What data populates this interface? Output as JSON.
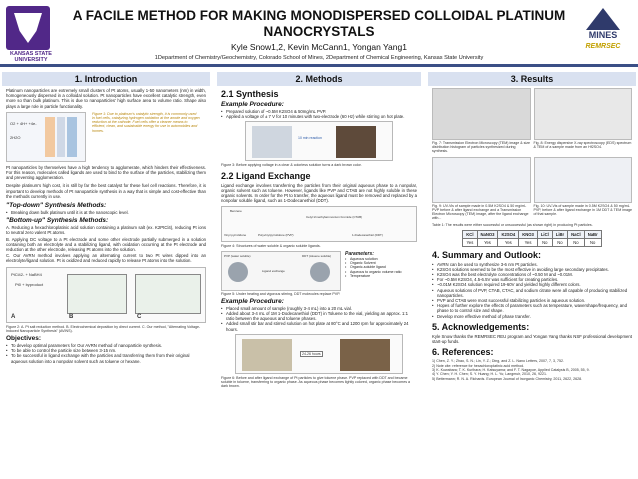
{
  "header": {
    "title": "A FACILE METHOD FOR MAKING MONODISPERSED COLLOIDAL PLATINUM NANOCRYSTALS",
    "authors": "Kyle Snow1,2, Kevin McCann1, Yongan Yang1",
    "affiliations": "1Department of Chemistry/Geochemistry, Colorado School of Mines, 2Department of Chemical Engineering, Kansas State University",
    "left_logo_text": "KANSAS STATE UNIVERSITY",
    "right_logo_text": "MINES",
    "right_logo_sub": "REMRSEC"
  },
  "sections": {
    "intro": {
      "heading": "1. Introduction",
      "p1": "Platinum nanoparticles are extremely small clusters of Pt atoms, usually 1-50 nanometers (nm) in width, homogeneously dispersed in a colloidal solution. Pt nanoparticles have excellent catalytic strength, even more so than bulk platinum. This is due to nanoparticles' high surface area to volume ratio. Shape also plays a large role in particle functionality.",
      "fig1_caption": "Figure 1: Due to platinum's catalytic strength, it is commonly used in fuel cells, catalyzing hydrogen oxidation at the anode and oxygen reduction at the cathode. Fuel cells offer a cleaner means to efficient, clean, and sustainable energy for use in automobiles and homes.",
      "fig1_eq1": "O2 + 4H+ +4e-",
      "fig1_eq2": "2H2O",
      "p2": "Pt nanoparticles by themselves have a high tendency to agglomerate, which hinders their effectiveness. For this reason, molecules called ligands are used to bind to the surface of the particles, stabilizing them and preventing agglomeration.",
      "p3": "Despite platinum's high cost, it is still by far the best catalyst for these fuel cell reactions. Therefore, it is important to develop methods of Pt nanoparticle synthesis in a way that is simple and cost-effective than the methods currently in use.",
      "topdown_head": "\"Top-down\" Synthesis Methods:",
      "topdown_item": "Breaking down bulk platinum until it is at the nanoscopic level.",
      "bottomup_head": "\"Bottom-up\" Synthesis Methods:",
      "bottomup_items": [
        "A. Reducing a hexachloroplatinic acid solution containing a platinum salt (ex. K2PtCl4), reducing Pt ions to neutral zero valent Pt atoms.",
        "B. Applying DC voltage to a Pt electrode and some other electrode partially submerged in a solution containing both an electrolyte and a stabilizing ligand, with oxidation occurring at the Pt electrode and reduction at the other electrode, releasing Pt atoms into the solution.",
        "C. Our AVRN method involves applying an alternating current to two Pt wires dipped into an electrolyte/ligand solution. Pt is oxidized and reduced rapidly to release Pt atoms into the solution."
      ],
      "fig2_eq1": "PtCl42- + NaBH4",
      "fig2_eq2": "Pt0 + byproduct",
      "fig2_labels": [
        "A",
        "B",
        "C"
      ],
      "fig2_caption": "Figure 2: A. Pt salt reduction method. B. Electrochemical deposition by direct current. C. Our method, \"Alternating Voltage-Induced Nanoparticle Synthesis\" (AVINS).",
      "objectives_head": "Objectives:",
      "objectives": [
        "To develop optimal parameters for Our AVRN method of nanoparticle synthesis.",
        "To be able to control the particle size between 3-15 nm.",
        "To be successful in ligand exchange with the particles and transferring them from their original aqueous solution into a nonpolar solvent such as toluene or hexane."
      ]
    },
    "methods": {
      "heading": "2. Methods",
      "synth_head": "2.1 Synthesis",
      "example_head": "Example Procedure:",
      "synth_items": [
        "Prepared solution of ~0.5M K2SO4 & 50mg/mL PVP.",
        "Applied a voltage of ± 7 V for 10 minutes with two-electrode (60 Hz) while stirring on hot plate."
      ],
      "fig3_caption": "Figure 3: Before applying voltage in a clear & colorless solution turns a dark brown color.",
      "fig3_time": "10 min reaction",
      "ligand_head": "2.2 Ligand Exchange",
      "ligand_p": "Ligand exchange involves transferring the particles from their original aqueous phase to a nonpolar, organic solvent such as toluene. However, ligands like PVP and CTAB are not highly soluble in these organic solvents. In order for the Pt to transfer, the aqueous ligand must be removed and replaced by a nonpolar soluble ligand, such as 1-Dodecanethiol (DDT).",
      "ligand_labels": [
        "Benzene",
        "Vinyl pyrrolidone",
        "Polyvinylpyrrolidone (PVP)",
        "Cetyl trimethylammonium bromide (CTAB)",
        "1-Dodecanethiol (DDT)"
      ],
      "fig4_caption": "Figure 4: Structures of water soluble & organic soluble ligands.",
      "fig5_labels": [
        "PVP (water soluble)",
        "Ligand exchange",
        "DDT (toluene soluble)"
      ],
      "params_head": "Parameters:",
      "params": [
        "Aqueous solution",
        "Organic Solvent",
        "Organic-soluble ligand",
        "Aqueous to organic volume ratio",
        "Temperature"
      ],
      "fig5_caption": "Figure 5: Under heating and vigorous stirring, DDT molecules replace PVP.",
      "example2_head": "Example Procedure:",
      "procedure_items": [
        "Placed small amount of sample (roughly 3-4 mL) into a 20 mL vial.",
        "Added about 3-4 mL of 1M 1-Dodecanethiol (DDT) in Toluene to the vial, yielding an approx. 1:1 ratio between the aqueous and toluene phases.",
        "Added small stir bar and stirred solution on hot plate at 80°C and 1200 rpm for approximately 24 hours."
      ],
      "fig6_time": "24-26 hours",
      "fig6_caption": "Figure 6: Before and after ligand exchange of Pt particles to give toluene phase. PVP replaced with DDT and became soluble in toluene, transferring to organic phase. As aqueous phase becomes lightly colored, organic phase becomes a dark brown."
    },
    "results": {
      "heading": "3. Results",
      "fig7_caption": "Fig. 7: Transmission Electron Microscopy (TEM) image & size distribution histogram of particles synthesized during synthesis.",
      "fig8_caption": "Fig. 8: Energy dispersive X-ray spectroscopy (EDS) spectrum & TEM of a sample made from an Hf2SO4.",
      "fig9_caption": "Fig. 9: UV-Vis of sample made in 0.5M K2SO4 & 50 mg/mL PVP before & after ligand exchange and a Transmission Electron Microscopy (TEM) image, after the ligand exchange with...",
      "fig10_caption": "Fig. 10: UV-Vis of sample made in 0.5M K2SO4 & 50 mg/mL PVP, before & after ligand exchange in 1M DDT & TEM image of that sample.",
      "table_caption": "Table 1: The results were either successful or unsuccessful (as shown right) in producing Pt particles.",
      "table": {
        "headers": [
          "KCl",
          "NaNO3",
          "K2SO4",
          "KNO3",
          "LiCl",
          "LiBr",
          "NaCl",
          "NaBr"
        ],
        "values": [
          "Yes",
          "Yes",
          "Yes",
          "Yes",
          "No",
          "No",
          "No",
          "No"
        ]
      },
      "summary_head": "4. Summary and Outlook:",
      "summary_items": [
        "AVRN can be used to synthesize 3-6 nm Pt particles.",
        "K2SO4 solutions seemed to be the most effective in avoiding large secondary precipitates.",
        "K2SO4 was the best electrolyte concentrations of ~0.50 M and ~0.01M.",
        "For ~0.5M K2SO4, 4.5-6.5V was sufficient for creating particles.",
        "~0.01M K2SO4 solution required 19-60V and yielded highly different colors.",
        "Aqueous solutions of PVP, CTAB, CTAC, and sodium citrate were all capable of producing stabilized nanoparticles.",
        "PVP and CTAB were most successful stabilizing particles in aqueous solution.",
        "Hopes of further explore the effects of parameters such as temperature, wavershape/frequency, and phase to to control size and shape.",
        "Develop more effective method of phase transfer."
      ],
      "ack_head": "5. Acknowledgements:",
      "ack_text": "Kyle Snow thanks the REMRSEC REU program and Yongan Yang thanks NSF professional development start-up funds.",
      "refs_head": "6. References:",
      "refs": [
        "1) Chen, Z. Y.; Zhao, S. N.; Lin, Y. Z.; Ding, and Z. L. Nano Letters, 2007, 7, 3, 752.",
        "2) Note cite: reference for hexachloroplatinic acid method.",
        "3) K. Kuwabara; T. K. Kurihara; H. Katsuyama; and F. T. Nagayoe, Applied Catalysis B, 2005, 55, 9.",
        "4) Y. Chen; Y. H. Chen; S. Y. Huang; H. L. Yu; Langmuir, 2010, 26, 9221.",
        "5) Bettermann; R. N. A. Richards. European Journal of Inorganic Chemistry, 2011, 2622, 2628."
      ]
    }
  },
  "colors": {
    "section_bg": "#d9e1f0",
    "rule": "#3b4f86",
    "kstate_purple": "#512888",
    "mines_blue": "#2f3a6b"
  }
}
